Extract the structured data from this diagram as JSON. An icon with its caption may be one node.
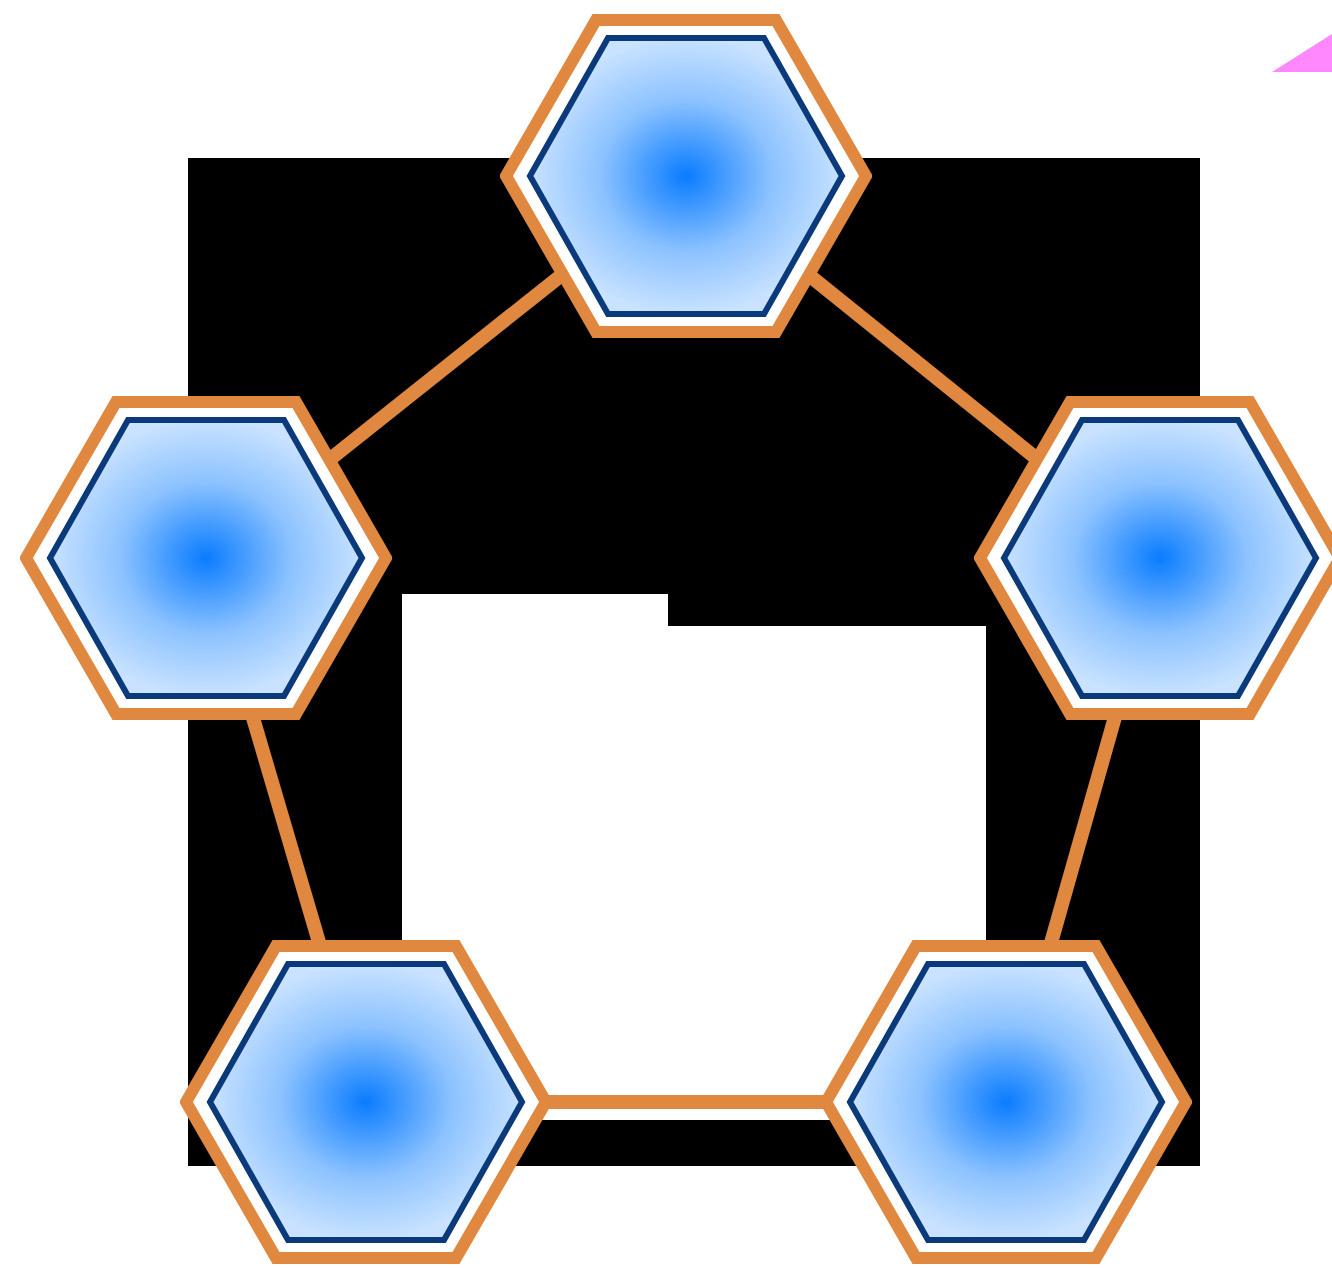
{
  "diagram": {
    "nodes": [
      {
        "text": [],
        "shape": "hexagon"
      },
      {
        "text": [],
        "shape": "hexagon"
      },
      {
        "text": [],
        "shape": "hexagon"
      },
      {
        "text": [],
        "shape": "hexagon"
      },
      {
        "text": [],
        "shape": "hexagon"
      }
    ],
    "edges": [
      {
        "from": 0,
        "to": 1,
        "arrow": "none"
      },
      {
        "from": 0,
        "to": 2,
        "arrow": "none"
      },
      {
        "from": 1,
        "to": 3,
        "arrow": "none"
      },
      {
        "from": 2,
        "to": 4,
        "arrow": "none"
      },
      {
        "from": 3,
        "to": 4,
        "arrow": "none"
      }
    ]
  }
}
